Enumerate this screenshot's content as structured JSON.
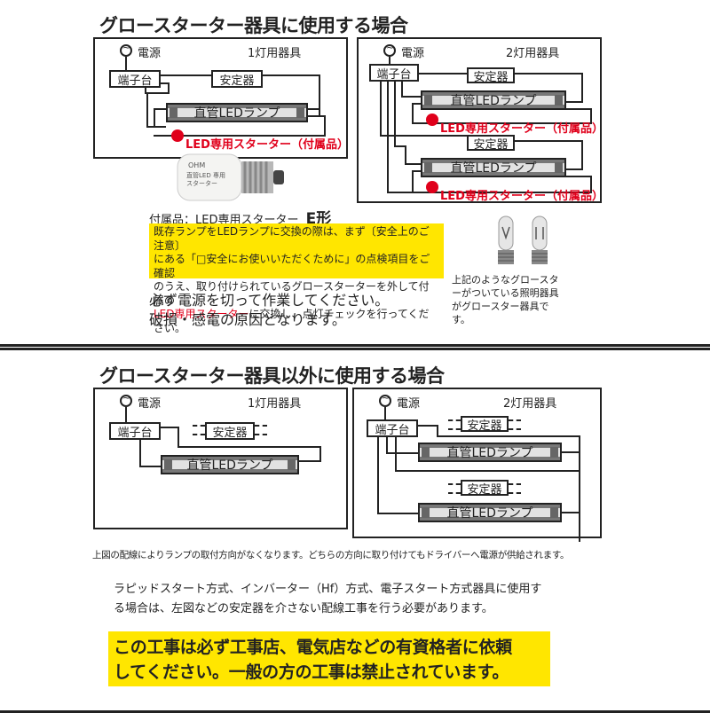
{
  "top": {
    "title": "グロースターター器具に使用する場合",
    "power_label": "電源",
    "terminal_label": "端子台",
    "ballast_label": "安定器",
    "lamp_label": "直管LEDランプ",
    "starter_label": "LED専用スターター（付属品）",
    "one_lamp_title": "1灯用器具",
    "two_lamp_title": "2灯用器具",
    "accessory_label": "付属品：LED専用スターター",
    "accessory_type": "E形",
    "product_logo": "OHM",
    "product_text": "直管LED 専用スターター",
    "note_line1": "既存ランプをLEDランプに交換の際は、まず〔安全上のご注意〕",
    "note_line2": "にある「□安全にお使いいただくために」の点検項目をご確認",
    "note_line3": "のうえ、取り付けられているグロースターターを外して付属の",
    "note_line4_red": "LED専用スターター",
    "note_line4_rest": "に交換し、点灯チェックを行ってください。",
    "warning_line1": "必ず電源を切って作業してください。",
    "warning_line2": "破損・感電の原因となります。",
    "bulb_caption": "上記のようなグロースターがついている照明器具がグロースター器具です。"
  },
  "bottom": {
    "title": "グロースターター器具以外に使用する場合",
    "power_label": "電源",
    "terminal_label": "端子台",
    "ballast_label": "安定器",
    "lamp_label": "直管LEDランプ",
    "one_lamp_title": "1灯用器具",
    "two_lamp_title": "2灯用器具",
    "wiring_note": "上図の配線によりランプの取付方向がなくなります。どちらの方向に取り付けてもドライバーへ電源が供給されます。",
    "method_line1": "ラピッドスタート方式、インバーター（Hf）方式、電子スタート方式器具に使用す",
    "method_line2": "る場合は、左図などの安定器を介さない配線工事を行う必要があります。",
    "alert_line1": "この工事は必ず工事店、電気店などの有資格者に依頼",
    "alert_line2": "してください。一般の方の工事は禁止されています。"
  },
  "colors": {
    "accent_red": "#e0001b",
    "highlight_yellow": "#ffe600",
    "lamp_gray": "#e2e2e2"
  }
}
